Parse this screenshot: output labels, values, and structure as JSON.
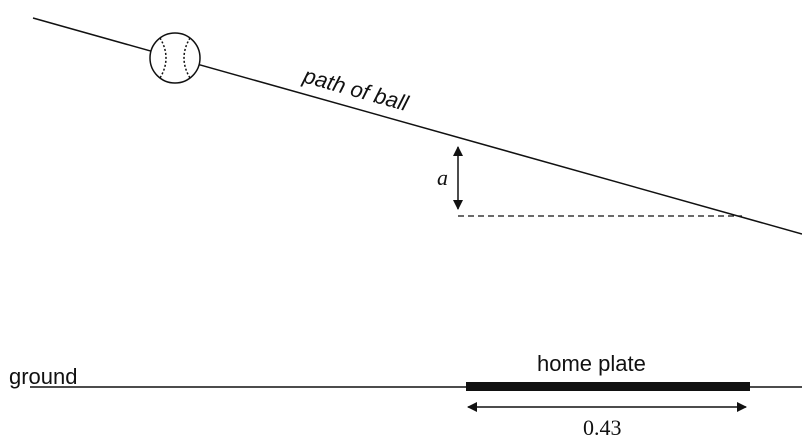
{
  "labels": {
    "path": "path of ball",
    "height": "a",
    "ground": "ground",
    "plate": "home plate",
    "plate_width": "0.43"
  },
  "colors": {
    "line": "#111111",
    "background": "#ffffff"
  },
  "icons": {
    "ball": "baseball-icon"
  }
}
